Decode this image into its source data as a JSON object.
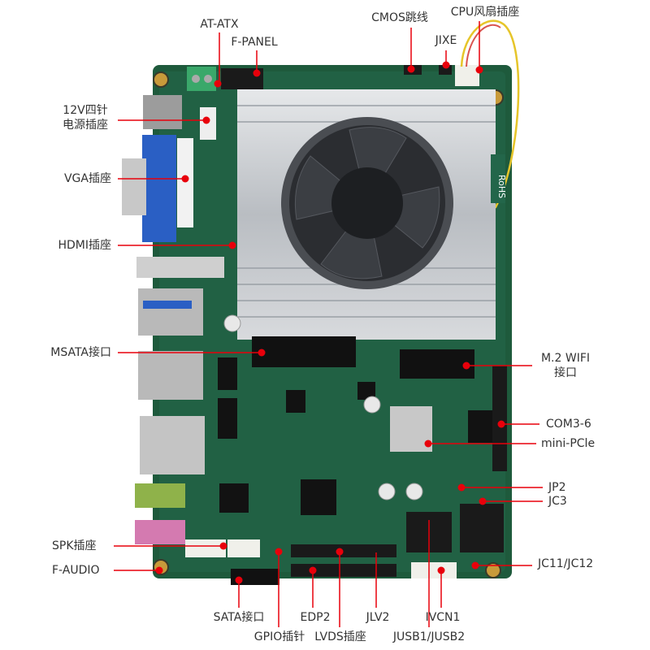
{
  "colors": {
    "callout": "#e8000b",
    "pcb": "#1e5a3c",
    "heatsink": "#c9ccd0",
    "text": "#333333"
  },
  "callouts": {
    "at_atx": "AT-ATX",
    "f_panel": "F-PANEL",
    "cmos": "CMOS跳线",
    "jixe": "JIXE",
    "cpu_fan": "CPU风扇插座",
    "power_12v_line1": "12V四针",
    "power_12v_line2": "电源插座",
    "vga": "VGA插座",
    "hdmi": "HDMI插座",
    "msata": "MSATA接口",
    "m2_wifi_line1": "M.2 WIFI",
    "m2_wifi_line2": "接口",
    "com": "COM3-6",
    "mini_pcie": "mini-PCle",
    "jp2": "JP2",
    "jc3": "JC3",
    "jc11": "JC11/JC12",
    "spk": "SPK插座",
    "f_audio": "F-AUDIO",
    "sata": "SATA接口",
    "gpio": "GPIO插针",
    "edp2": "EDP2",
    "lvds": "LVDS插座",
    "jlv2": "JLV2",
    "jusb": "JUSB1/JUSB2",
    "ivcn1": "IVCN1"
  },
  "board_marking": "RoHS"
}
